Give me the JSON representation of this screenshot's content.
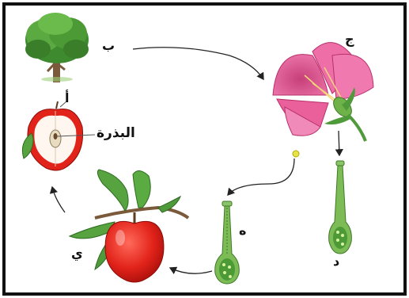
{
  "labels": {
    "tree": "ب",
    "flower": "ج",
    "pistil": "د",
    "pollinated_pistil": "ه",
    "fruit": "ي",
    "apple_section": "أ",
    "seed": "البذرة"
  },
  "colors": {
    "border": "#111111",
    "leaf": "#4f9a3a",
    "petal": "#e9609a",
    "apple": "#e2231a",
    "pistil": "#6fb24a",
    "pollen": "#e6e34a"
  }
}
